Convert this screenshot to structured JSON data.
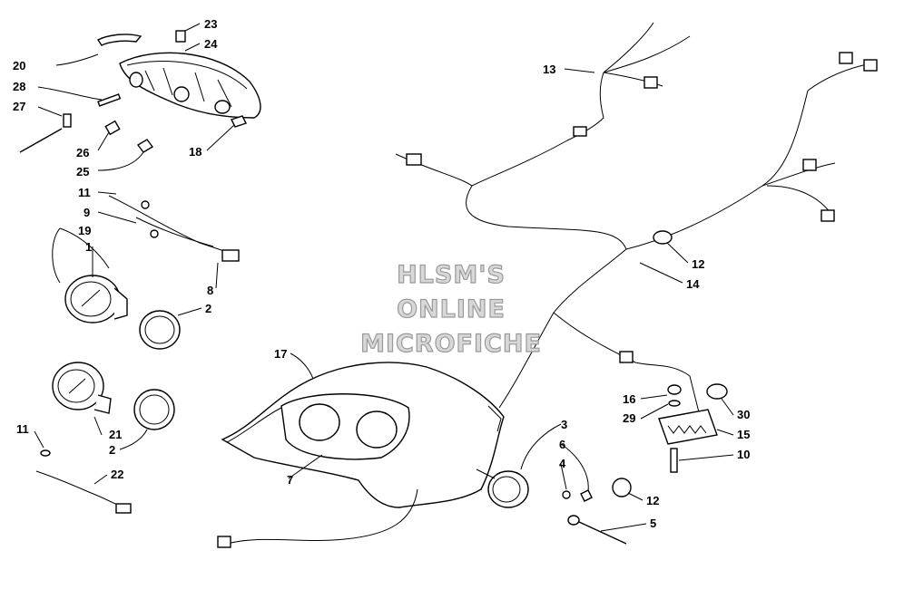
{
  "watermark": [
    "HLSM'S",
    "ONLINE",
    "MICROFICHE"
  ],
  "callouts": [
    "20",
    "28",
    "27",
    "23",
    "24",
    "26",
    "25",
    "18",
    "11",
    "9",
    "19",
    "1",
    "8",
    "2",
    "17",
    "7",
    "21",
    "2",
    "11",
    "22",
    "13",
    "12",
    "14",
    "16",
    "29",
    "30",
    "15",
    "10",
    "3",
    "6",
    "4",
    "12",
    "5"
  ],
  "colors": {
    "ink": "#000000",
    "paper": "#ffffff",
    "watermark_fill": "#d8d8d8",
    "watermark_stroke": "#9a9a9a"
  }
}
